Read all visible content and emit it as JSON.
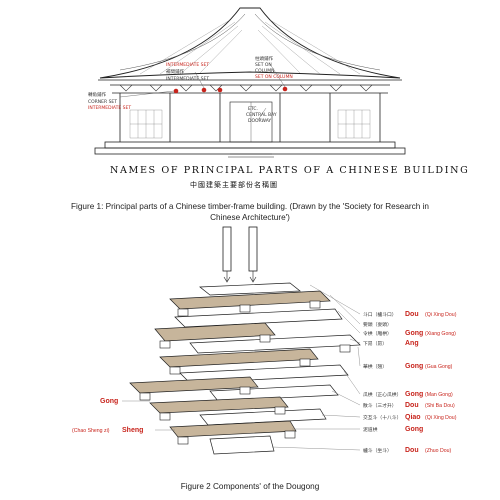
{
  "figure1": {
    "labels": {
      "intermediate_set_top": "INTERMEDIATE SET",
      "cn_top": "補間鋪作",
      "intermediate_set_mid": "INTERMEDIATE SET",
      "corner_cn": "轉角鋪作",
      "corner_set": "CORNER SET",
      "intermediate_set_left": "INTERMEDIATE SET",
      "column_cn": "柱頭鋪作",
      "set_on_column_1": "SET ON",
      "set_on_column_2": "COLUMN",
      "set_on_column_red": "SET ON COLUMN",
      "center_1": "ETC.",
      "center_2": "CENTRAL BAY",
      "center_3": "DOORWAY"
    },
    "title_en": "NAMES OF PRINCIPAL PARTS OF A CHINESE BUILDING",
    "title_cn": "中國建築主要部份名稱圖",
    "caption": "Figure 1: Principal parts of a Chinese timber-frame building. (Drawn by the 'Society for Research in Chinese Architecture')"
  },
  "figure2": {
    "right_labels": [
      {
        "cn": "斗口（櫨斗口）",
        "en": "",
        "red": "Dou",
        "paren": "(Qi Xing Dou)"
      },
      {
        "cn": "要頭（耍頭）",
        "en": "",
        "red": "",
        "paren": ""
      },
      {
        "cn": "令栱（厢栱）",
        "en": "",
        "red": "Gong",
        "paren": "(Xiang Gong)"
      },
      {
        "cn": "下昂（昂）",
        "en": "",
        "red": "Ang",
        "paren": ""
      },
      {
        "cn": "華栱（翘）",
        "en": "",
        "red": "Gong",
        "paren": "(Gua Gong)"
      },
      {
        "cn": "瓜栱（正心瓜栱）",
        "en": "",
        "red": "Gong",
        "paren": "(Man Gong)"
      },
      {
        "cn": "散斗（三才升）",
        "en": "",
        "red": "Dou",
        "paren": "(Shi Ba Dou)"
      },
      {
        "cn": "交互斗（十八斗）",
        "en": "",
        "red": "Qiao",
        "paren": "(Qi Xing Dou)"
      },
      {
        "cn": "泥道栱",
        "en": "",
        "red": "Gong",
        "paren": ""
      },
      {
        "cn": "櫨斗（坐斗）",
        "en": "",
        "red": "Dou",
        "paren": "(Zhuo Dou)"
      }
    ],
    "left_labels": [
      {
        "red": "Gong",
        "paren": ""
      },
      {
        "red": "Sheng",
        "paren": "(Chao Sheng zi)"
      }
    ],
    "caption": "Figure 2 Components' of the Dougong"
  }
}
